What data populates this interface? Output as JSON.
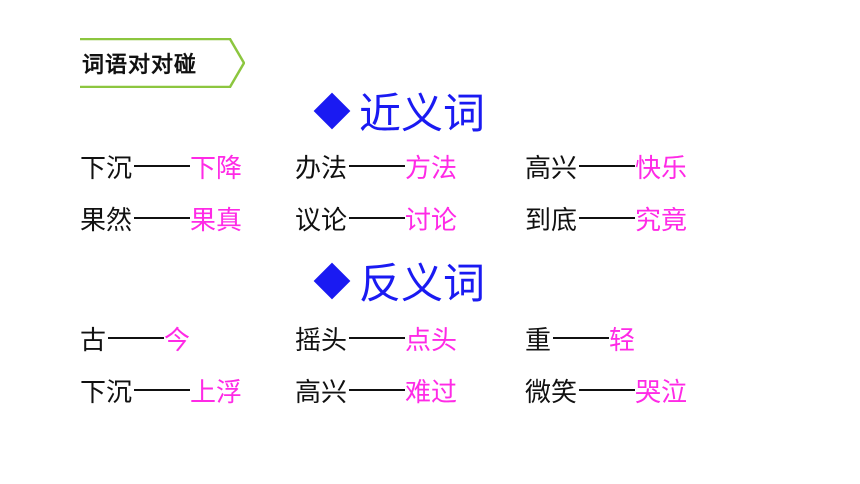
{
  "tag": {
    "label": "词语对对碰"
  },
  "synonyms": {
    "title": "近义词",
    "rows": [
      [
        {
          "word": "下沉",
          "answer": "下降"
        },
        {
          "word": "办法",
          "answer": "方法"
        },
        {
          "word": "高兴",
          "answer": "快乐"
        }
      ],
      [
        {
          "word": "果然",
          "answer": "果真"
        },
        {
          "word": "议论",
          "answer": "讨论"
        },
        {
          "word": "到底",
          "answer": "究竟"
        }
      ]
    ]
  },
  "antonyms": {
    "title": "反义词",
    "rows": [
      [
        {
          "word": "古",
          "answer": "今"
        },
        {
          "word": "摇头",
          "answer": "点头"
        },
        {
          "word": "重",
          "answer": "轻"
        }
      ],
      [
        {
          "word": "下沉",
          "answer": "上浮"
        },
        {
          "word": "高兴",
          "answer": "难过"
        },
        {
          "word": "微笑",
          "answer": "哭泣"
        }
      ]
    ]
  },
  "colors": {
    "heading": "#1a1af2",
    "answer": "#ff2ae6",
    "tag_border": "#8cc63f"
  }
}
